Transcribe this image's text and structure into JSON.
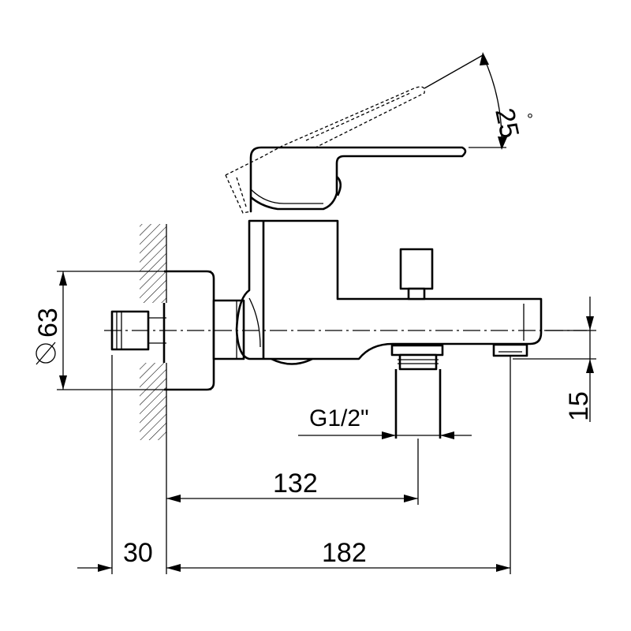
{
  "dimensions": {
    "angle": "25",
    "angle_unit": "°",
    "diameter": "63",
    "thread": "G1/2\"",
    "outlet_height": "15",
    "to_outlet": "132",
    "wall_depth": "30",
    "total_length": "182"
  }
}
